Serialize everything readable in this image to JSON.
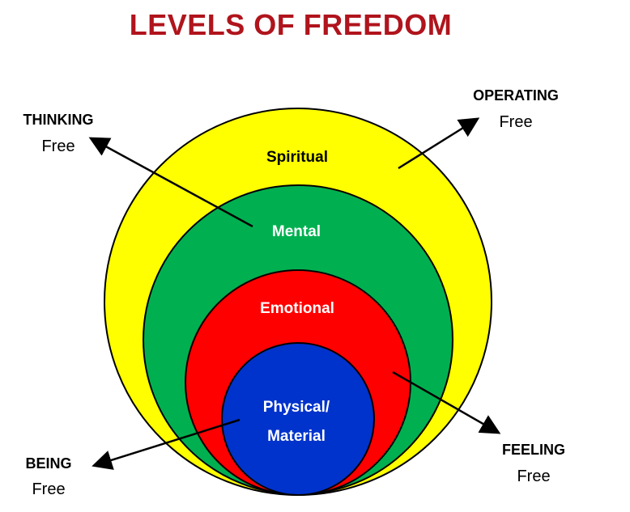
{
  "title": "LEVELS OF FREEDOM",
  "colors": {
    "title": "#b0141c",
    "spiritual": "#ffff00",
    "mental": "#00b050",
    "emotional": "#ff0000",
    "physical": "#0033cc",
    "outline": "#000000"
  },
  "rings": {
    "spiritual": "Spiritual",
    "mental": "Mental",
    "emotional": "Emotional",
    "physical_line1": "Physical/",
    "physical_line2": "Material"
  },
  "callouts": {
    "thinking": {
      "label": "THINKING",
      "sub": "Free"
    },
    "operating": {
      "label": "OPERATING",
      "sub": "Free"
    },
    "feeling": {
      "label": "FEELING",
      "sub": "Free"
    },
    "being": {
      "label": "BEING",
      "sub": "Free"
    }
  }
}
